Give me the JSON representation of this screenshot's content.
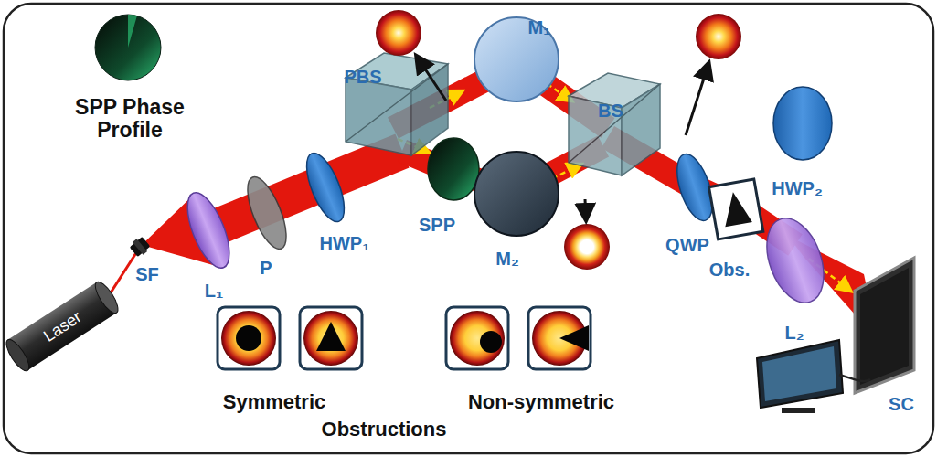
{
  "diagram": {
    "nodes": [
      {
        "text": [
          "Laser"
        ]
      }
    ],
    "labels": [
      "PBS",
      "M₁",
      "BS",
      "HWP₂",
      "SPP Phase Profile",
      "HWP₁",
      "SPP",
      "P",
      "L₁",
      "SF",
      "M₂",
      "QWP",
      "Obs.",
      "L₂",
      "SC",
      "Symmetric",
      "Non-symmetric",
      "Obstructions"
    ]
  }
}
